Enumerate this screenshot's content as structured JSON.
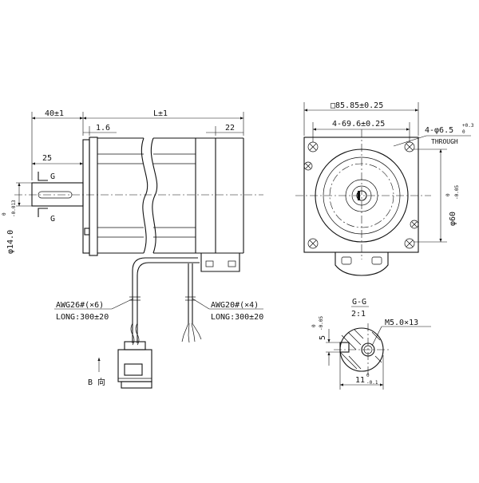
{
  "side_view": {
    "dim_shaft_ext": "40±1",
    "dim_length": "L±1",
    "dim_flange": "1.6",
    "dim_rear": "22",
    "dim_key": "25",
    "dim_shaft_dia_main": "φ14.0",
    "dim_shaft_dia_tol_upper": "0",
    "dim_shaft_dia_tol_lower": "-0.013",
    "section_mark": "G",
    "cable_left_spec": "AWG26#(×6)",
    "cable_left_length": "LONG:300±20",
    "cable_right_spec": "AWG20#(×4)",
    "cable_right_length": "LONG:300±20",
    "connector_view": "B 向"
  },
  "front_view": {
    "dim_square": "□85.85±0.25",
    "dim_bolt_spacing": "4-69.6±0.25",
    "dim_hole_main": "4-φ6.5",
    "dim_hole_tol_upper": "+0.3",
    "dim_hole_tol_lower": "0",
    "dim_hole_note": "THROUGH",
    "dim_pilot_main": "φ60",
    "dim_pilot_tol_upper": "0",
    "dim_pilot_tol_lower": "-0.05"
  },
  "section_view": {
    "title": "G-G",
    "scale": "2:1",
    "thread": "M5.0×13",
    "key_depth_main": "5",
    "key_depth_tol_upper": "0",
    "key_depth_tol_lower": "-0.05",
    "width_main": "11",
    "width_tol_upper": "0",
    "width_tol_lower": "-0.1"
  }
}
